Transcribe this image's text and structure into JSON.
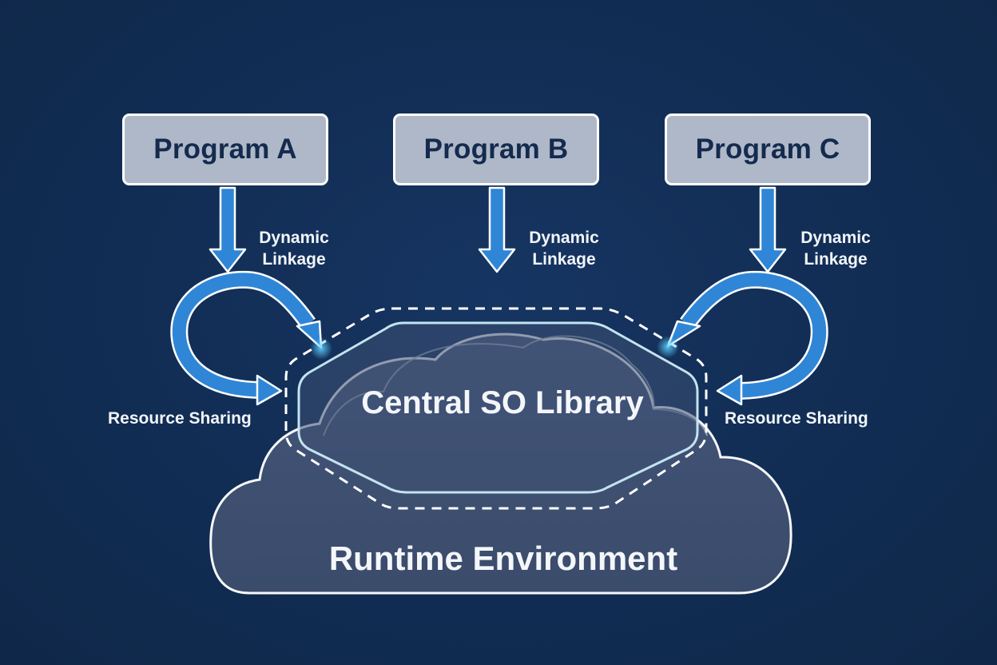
{
  "diagram": {
    "background_color": "#112c52",
    "programs": [
      {
        "id": "a",
        "label": "Program A"
      },
      {
        "id": "b",
        "label": "Program B"
      },
      {
        "id": "c",
        "label": "Program C"
      }
    ],
    "edge_labels": {
      "dynamic_linkage_line1": "Dynamic",
      "dynamic_linkage_line2": "Linkage",
      "resource_sharing": "Resource Sharing"
    },
    "dynamic_labels": [
      {
        "line1": "Dynamic",
        "line2": "Linkage"
      },
      {
        "line1": "Dynamic",
        "line2": "Linkage"
      },
      {
        "line1": "Dynamic",
        "line2": "Linkage"
      }
    ],
    "resource_labels": {
      "left": "Resource Sharing",
      "right": "Resource Sharing"
    },
    "central_library": {
      "label": "Central SO Library"
    },
    "runtime_environment": {
      "label": "Runtime Environment"
    },
    "colors": {
      "program_box_fill": "#aeb8c8",
      "program_text": "#142b4e",
      "arrow_fill": "#2f86d6",
      "arrow_outline": "#ffffff",
      "cloud_fill": "#3f5170",
      "library_outline": "#bfe0ef",
      "label_text": "#f2f5f9"
    },
    "edges": [
      {
        "from": "Program A",
        "to": "Central SO Library",
        "label": "Dynamic Linkage"
      },
      {
        "from": "Program B",
        "to": "Central SO Library",
        "label": "Dynamic Linkage"
      },
      {
        "from": "Program C",
        "to": "Central SO Library",
        "label": "Dynamic Linkage"
      },
      {
        "from": "Program A",
        "to": "Central SO Library",
        "label": "Resource Sharing"
      },
      {
        "from": "Program C",
        "to": "Central SO Library",
        "label": "Resource Sharing"
      }
    ]
  }
}
